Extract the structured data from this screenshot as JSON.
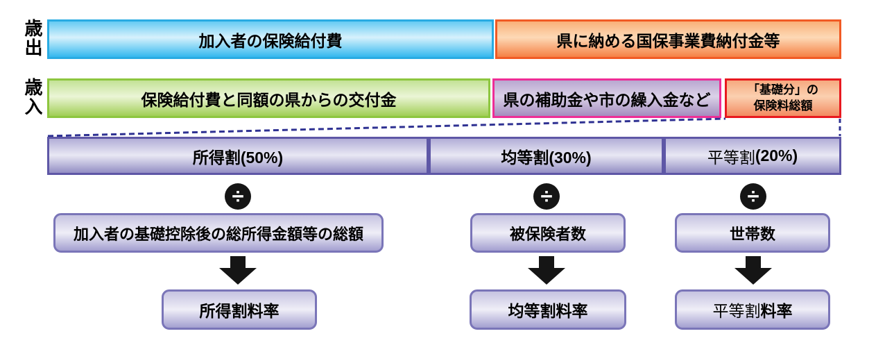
{
  "rows": {
    "expenditure": {
      "axis_label": "歳出",
      "bars": [
        {
          "label": "加入者の保険給付費",
          "border_color": "#29abe2",
          "fill": "cyan-gradient"
        },
        {
          "label": "県に納める国保事業費納付金等",
          "border_color": "#f15a24",
          "fill": "orange-gradient"
        }
      ]
    },
    "revenue": {
      "axis_label": "歳入",
      "bars": [
        {
          "label": "保険給付費と同額の県からの交付金",
          "border_color": "#8dc63f",
          "fill": "green-gradient"
        },
        {
          "label": "県の補助金や市の繰入金など",
          "border_color": "#ee2d96",
          "fill": "purple-gradient"
        },
        {
          "label_line1": "「基礎分」の",
          "label_line2": "保険料総額",
          "border_color": "#e8191f",
          "fill": "salmon-gradient"
        }
      ]
    }
  },
  "premium_bar": {
    "segments": [
      {
        "label": "所得割(50%)",
        "share_percent": 50
      },
      {
        "label": "均等割(30%)",
        "share_percent": 30
      },
      {
        "label_normal": "平等割",
        "label_bold": "(20%)",
        "share_percent": 20
      }
    ],
    "border_color": "#5e57a6"
  },
  "columns": [
    {
      "operator": "÷",
      "divisor": "加入者の基礎控除後の総所得金額等の総額",
      "result": "所得割料率"
    },
    {
      "operator": "÷",
      "divisor": "被保険者数",
      "result": "均等割料率"
    },
    {
      "operator": "÷",
      "divisor": "世帯数",
      "result_normal": "平等割",
      "result_bold": "料率"
    }
  ],
  "colors": {
    "dashed_connector": "#2e3192",
    "arrow": "#151515",
    "operator_disc": "#151515"
  }
}
